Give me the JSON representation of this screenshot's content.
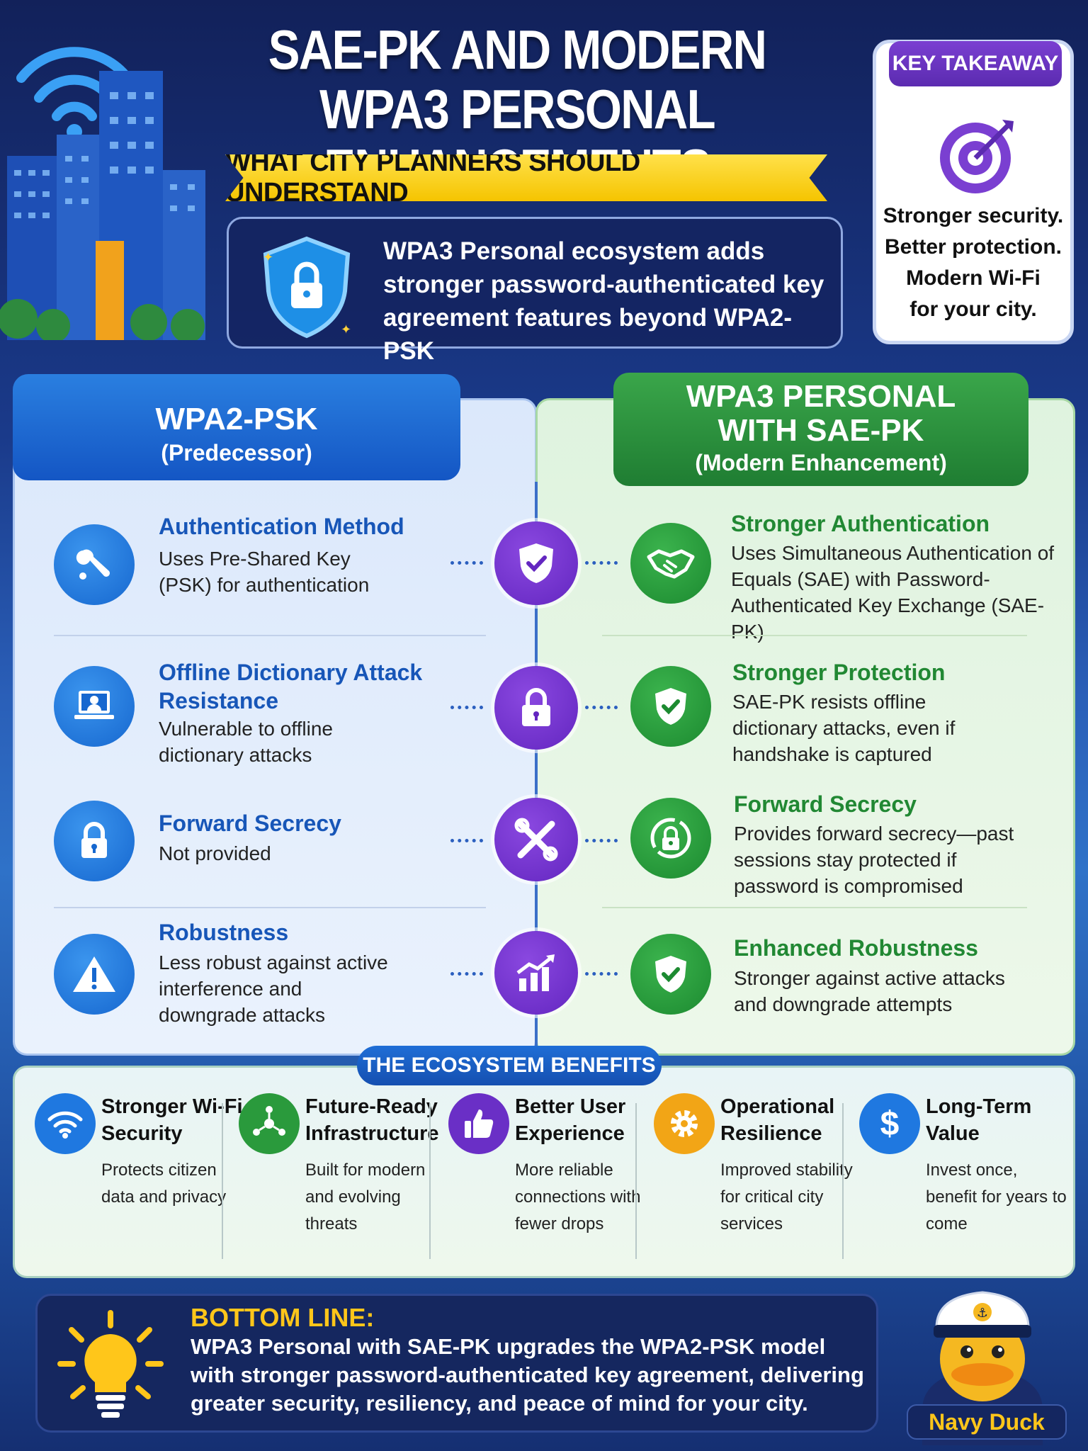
{
  "header": {
    "title_line1": "SAE-PK AND MODERN",
    "title_line2": "WPA3 PERSONAL ENHANCEMENTS",
    "ribbon": "WHAT CITY PLANNERS SHOULD UNDERSTAND",
    "intro": "WPA3 Personal ecosystem adds stronger password-authenticated key agreement features beyond WPA2-PSK"
  },
  "key_takeaway": {
    "label": "KEY TAKEAWAY",
    "line1": "Stronger security.",
    "line2": "Better protection.",
    "line3": "Modern Wi-Fi",
    "line4": "for your city."
  },
  "left": {
    "title": "WPA2-PSK",
    "subtitle": "(Predecessor)",
    "rows": [
      {
        "heading": "Authentication Method",
        "body": "Uses Pre-Shared Key (PSK) for authentication",
        "icon": "wrench-icon"
      },
      {
        "heading": "Offline Dictionary Attack Resistance",
        "body": "Vulnerable to offline dictionary attacks",
        "icon": "laptop-user-icon"
      },
      {
        "heading": "Forward Secrecy",
        "body": "Not provided",
        "icon": "lock-icon"
      },
      {
        "heading": "Robustness",
        "body": "Less robust against active interference and downgrade attacks",
        "icon": "warning-icon"
      }
    ]
  },
  "right": {
    "title_line1": "WPA3 PERSONAL",
    "title_line2": "WITH SAE-PK",
    "subtitle": "(Modern Enhancement)",
    "rows": [
      {
        "heading": "Stronger Authentication",
        "body": "Uses Simultaneous Authentication of Equals (SAE) with Password-Authenticated Key Exchange (SAE-PK)",
        "icon": "handshake-icon"
      },
      {
        "heading": "Stronger Protection",
        "body": "SAE-PK resists offline dictionary attacks, even if handshake is captured",
        "icon": "shield-check-icon"
      },
      {
        "heading": "Forward Secrecy",
        "body": "Provides forward secrecy—past sessions stay protected if password is compromised",
        "icon": "lock-cycle-icon"
      },
      {
        "heading": "Enhanced Robustness",
        "body": "Stronger against active attacks and downgrade attempts",
        "icon": "shield-check-icon"
      }
    ]
  },
  "benefits": {
    "title": "THE ECOSYSTEM BENEFITS",
    "items": [
      {
        "title": "Stronger Wi-Fi Security",
        "body": "Protects citizen data and privacy",
        "color": "#1f78e0"
      },
      {
        "title": "Future-Ready Infrastructure",
        "body": "Built for modern and evolving threats",
        "color": "#2a9a3c"
      },
      {
        "title": "Better User Experience",
        "body": "More reliable connections with fewer drops",
        "color": "#6a2fc6"
      },
      {
        "title": "Operational Resilience",
        "body": "Improved stability for critical city services",
        "color": "#f2a516"
      },
      {
        "title": "Long-Term Value",
        "body": "Invest once, benefit for years to come",
        "color": "#1f78e0"
      }
    ]
  },
  "bottom_line": {
    "label": "BOTTOM LINE:",
    "text": "WPA3 Personal with SAE-PK upgrades the WPA2-PSK model with stronger password-authenticated key agreement, delivering greater security, resiliency, and peace of mind for your city."
  },
  "mascot": {
    "label": "Navy Duck"
  }
}
